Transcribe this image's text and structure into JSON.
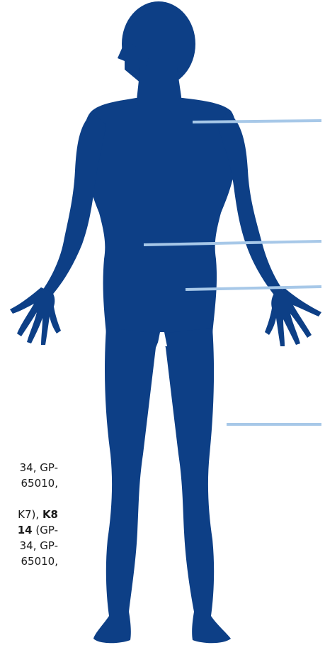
{
  "colors": {
    "silhouette": "#0d3f86",
    "leader_line": "#a7c8e8",
    "text": "#1a1a1a",
    "background": "#ffffff"
  },
  "figure": {
    "icon": "human-body-silhouette-icon",
    "leader_lines": [
      {
        "target": "chest"
      },
      {
        "target": "abdomen"
      },
      {
        "target": "pelvis"
      },
      {
        "target": "legs"
      }
    ]
  },
  "text_fragments": {
    "group1": {
      "line1": "34, GP-",
      "line2": "65010,"
    },
    "group2": {
      "line1_a": "K7),",
      "line1_b": "K8",
      "line2_a": "14",
      "line2_b": "(GP-",
      "line3": "34, GP-",
      "line4": "65010,"
    }
  }
}
